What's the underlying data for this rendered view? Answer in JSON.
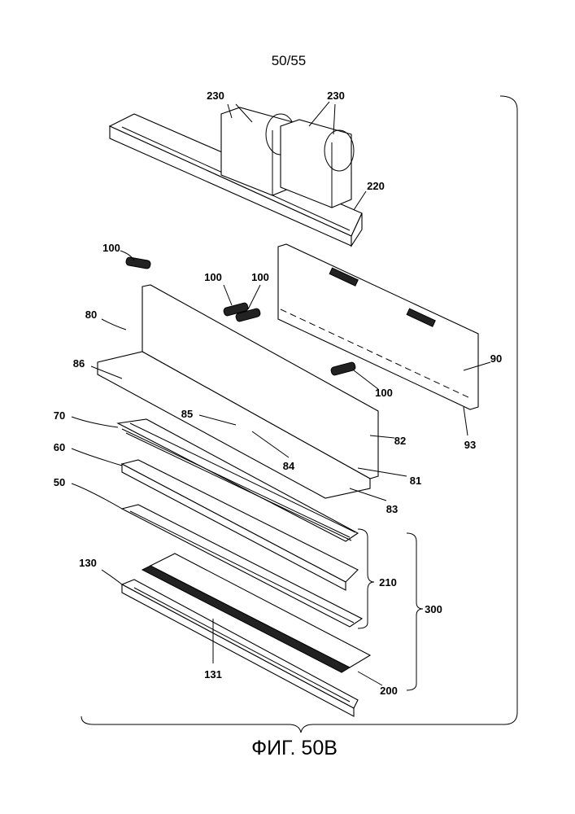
{
  "sheet_number": "50/55",
  "figure_caption": "ФИГ. 50В",
  "labels": {
    "l230a": "230",
    "l230b": "230",
    "l220": "220",
    "l100a": "100",
    "l100b": "100",
    "l100c": "100",
    "l100d": "100",
    "l80": "80",
    "l86": "86",
    "l90": "90",
    "l85": "85",
    "l82": "82",
    "l70": "70",
    "l84": "84",
    "l81": "81",
    "l93": "93",
    "l60": "60",
    "l83": "83",
    "l50": "50",
    "l210": "210",
    "l300": "300",
    "l130": "130",
    "l131": "131",
    "l200": "200"
  }
}
